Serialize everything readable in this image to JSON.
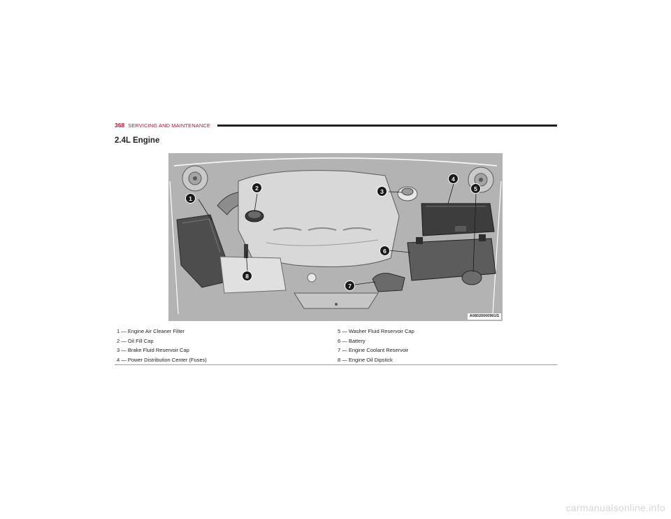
{
  "header": {
    "page_number": "368",
    "section": "SERVICING AND MAINTENANCE"
  },
  "title": "2.4L Engine",
  "figure": {
    "code": "A0802000096US",
    "callouts": [
      "1",
      "2",
      "3",
      "4",
      "5",
      "6",
      "7",
      "8"
    ]
  },
  "legend": [
    "1 — Engine Air Cleaner Filter",
    "5 — Washer Fluid Reservoir Cap",
    "2 — Oil Fill Cap",
    "6 — Battery",
    "3 — Brake Fluid Reservoir Cap",
    "7 — Engine Coolant Reservoir",
    "4 — Power Distribution Center (Fuses)",
    "8 — Engine Oil Dipstick"
  ],
  "watermark": "carmanualsonline.info",
  "colors": {
    "accent": "#c41230",
    "illustration_bg": "#b3b3b3",
    "callout": "#1a1a1a"
  }
}
